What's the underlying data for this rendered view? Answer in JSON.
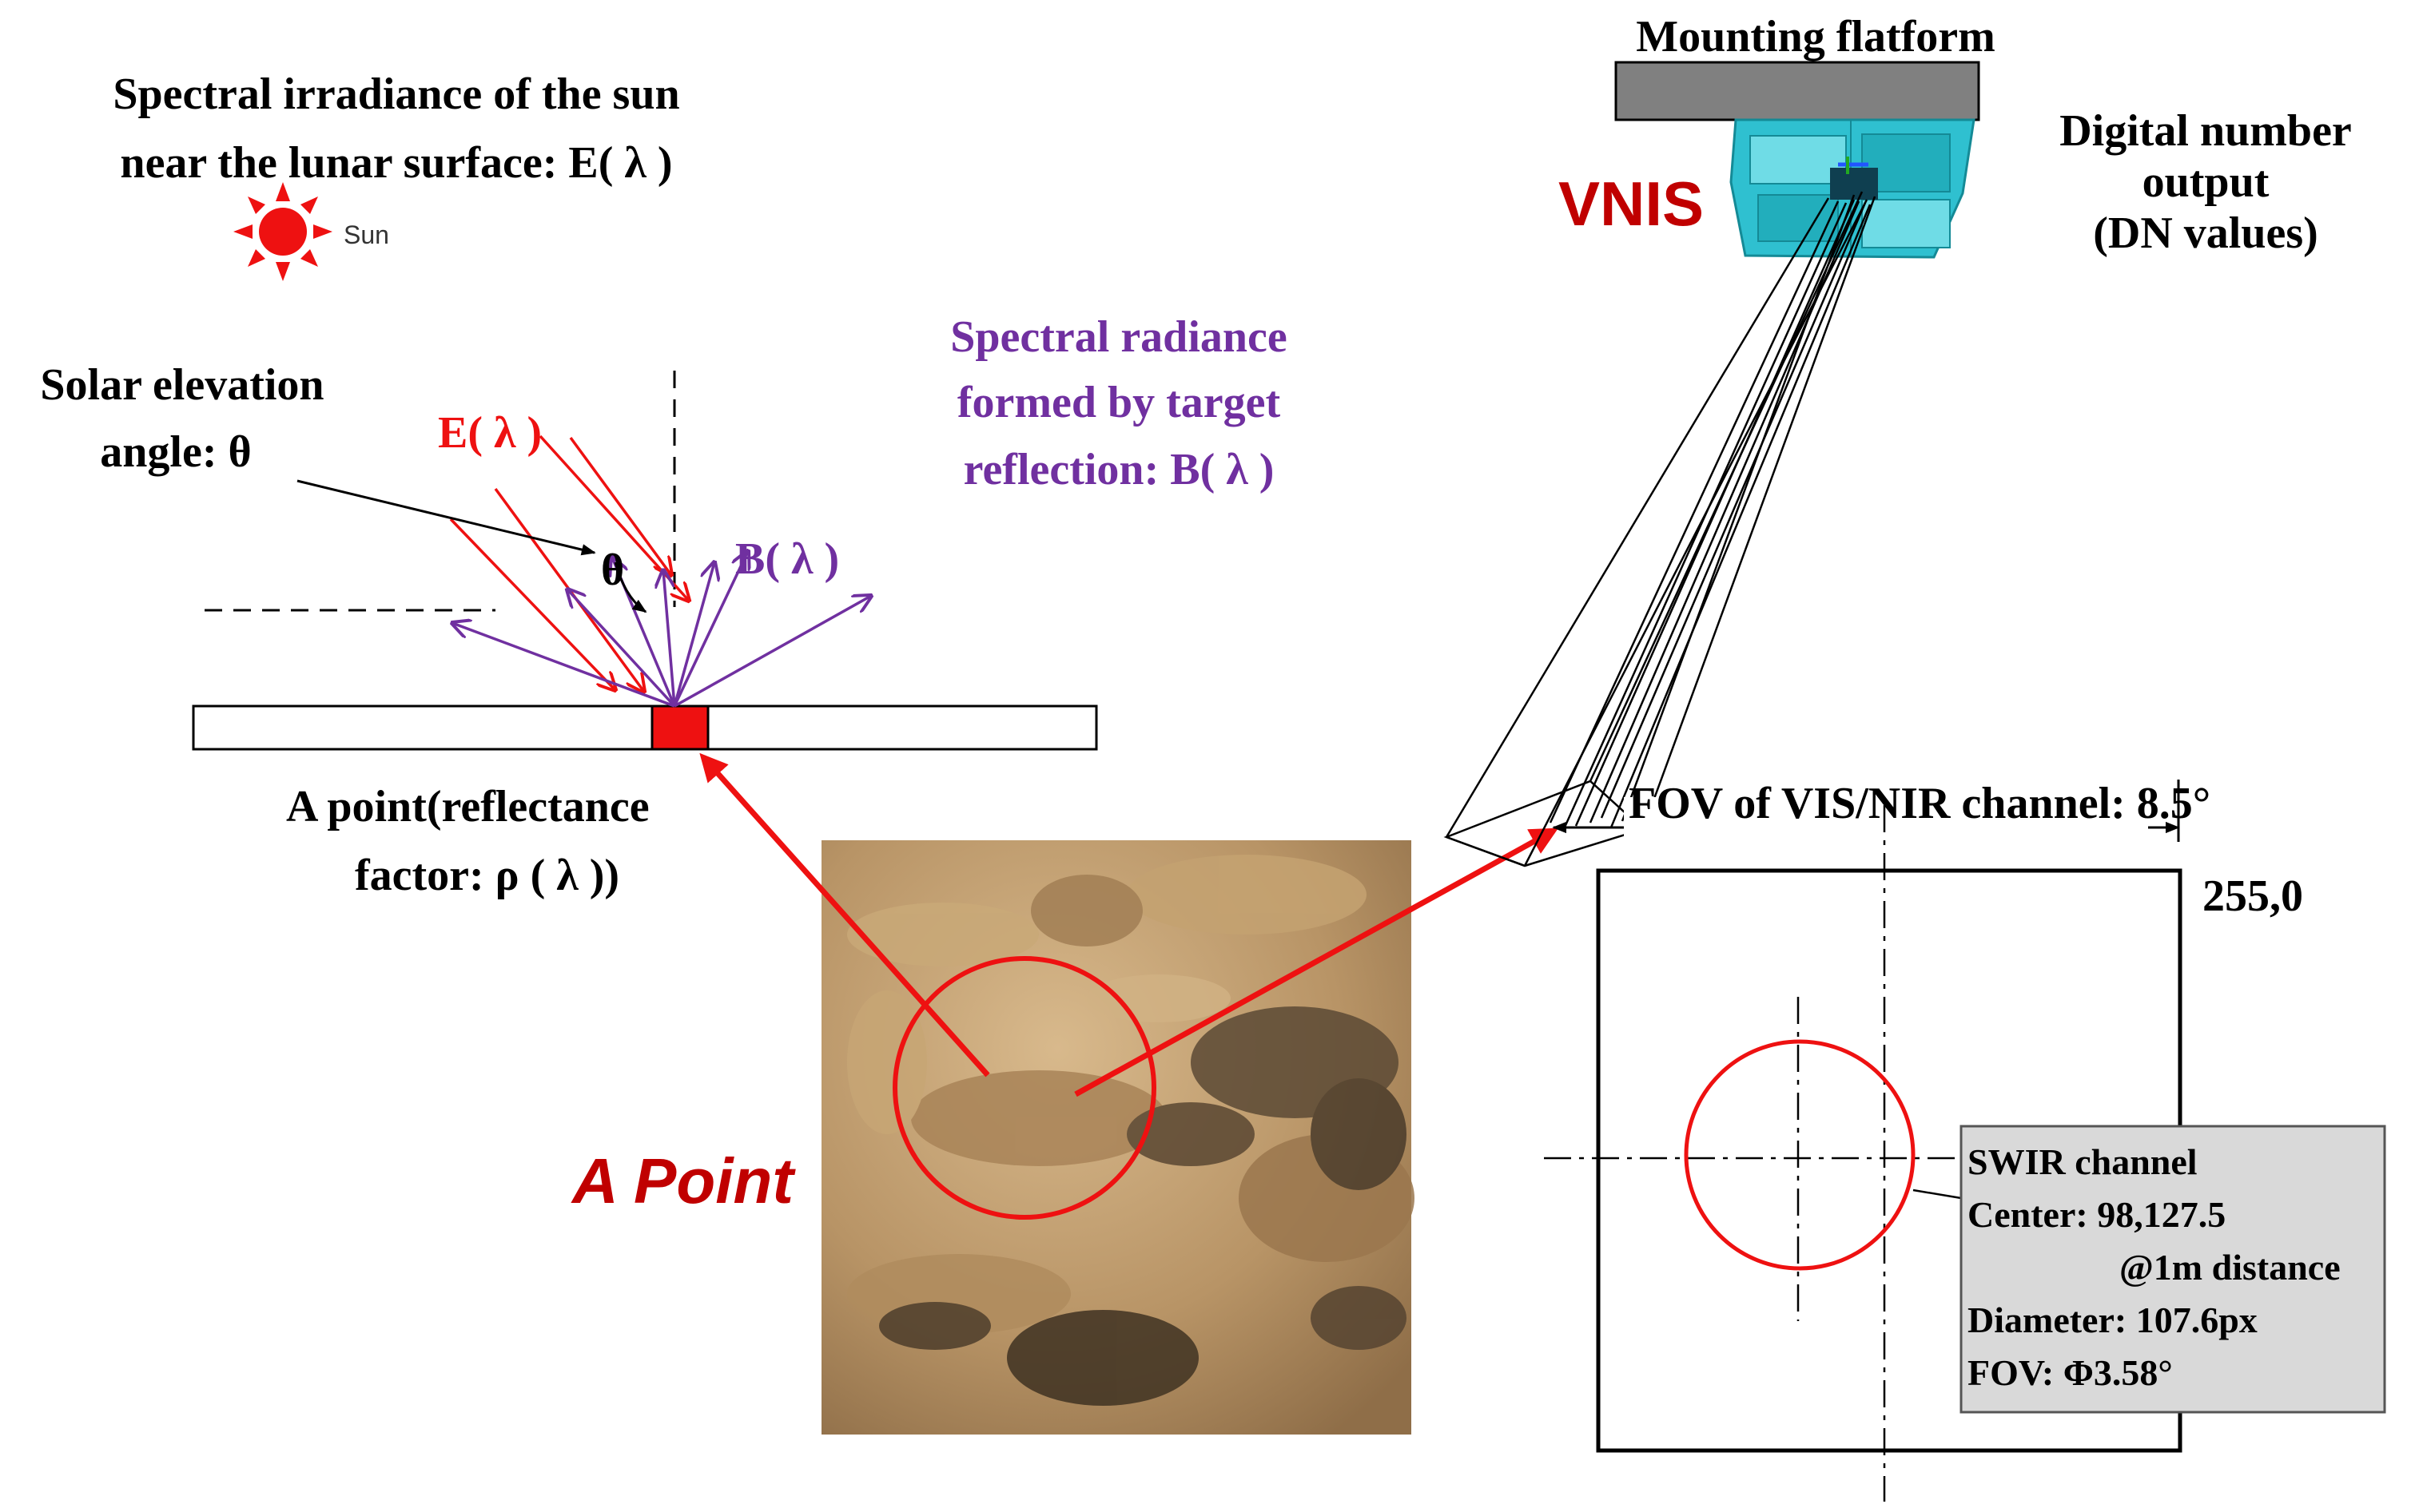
{
  "sun": {
    "caption_line1": "Spectral irradiance of the sun",
    "caption_line2": "near the lunar surface: E( λ )",
    "label": "Sun",
    "color": "#ee1111"
  },
  "geometry": {
    "elevation_label_line1": "Solar elevation",
    "elevation_label_line2": "angle: θ",
    "incident_label": "E( λ )",
    "theta_symbol": "θ",
    "reflected_label": "B( λ )",
    "radiance_line1": "Spectral radiance",
    "radiance_line2": "formed by target",
    "radiance_line3": "reflection: B( λ )",
    "point_caption_line1": "A  point(reflectance",
    "point_caption_line2": "factor: ρ ( λ ))"
  },
  "instrument": {
    "platform_label": "Mounting flatform",
    "name": "VNIS",
    "output_line1": "Digital number",
    "output_line2": "output",
    "output_line3": "(DN values)",
    "body_color": "#2fc0d0"
  },
  "surface_photo": {
    "label": "A Point"
  },
  "fov_panel": {
    "vis_nir_label": "FOV of VIS/NIR channel: 8.5°",
    "corner_label": "255,0",
    "swir_title": "SWIR channel",
    "swir_center": "Center: 98,127.5",
    "swir_distance": "@1m distance",
    "swir_diameter": "Diameter: 107.6px",
    "swir_fov": "FOV:  Φ3.58°"
  },
  "colors": {
    "red": "#ee1111",
    "dark_red": "#c00000",
    "purple": "#7030a0",
    "platform_gray": "#808080",
    "info_box": "#d9d9d9"
  }
}
